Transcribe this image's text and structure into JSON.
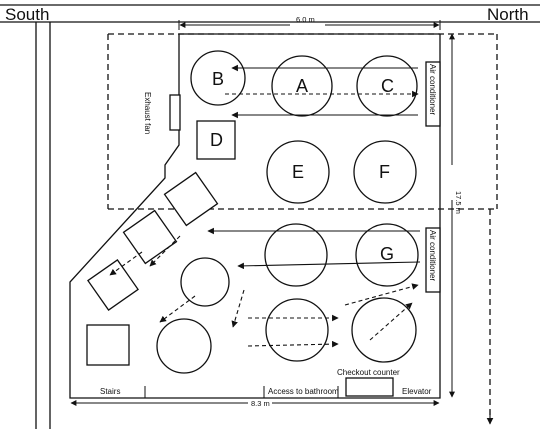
{
  "directions": {
    "left": "South",
    "right": "North"
  },
  "dimensions": {
    "top": "6.0 m",
    "right": "17.5 m",
    "bottom": "8.3 m"
  },
  "equipment": {
    "ac_top": "Air conditioner",
    "ac_bottom": "Air conditioner",
    "exhaust_fan": "Exhaust fan"
  },
  "facilities": {
    "stairs": "Stairs",
    "bathroom": "Access to bathroom",
    "checkout": "Checkout counter",
    "elevator": "Elevator"
  },
  "tables": [
    "A",
    "B",
    "C",
    "D",
    "E",
    "F",
    "G"
  ]
}
